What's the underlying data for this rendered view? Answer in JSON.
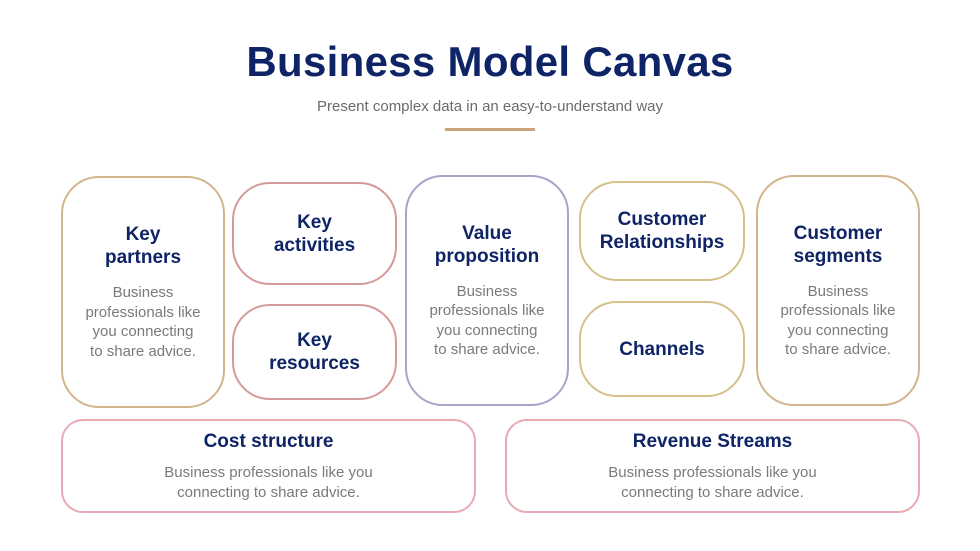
{
  "header": {
    "title": "Business Model Canvas",
    "subtitle": "Present complex data in an easy-to-understand way"
  },
  "blocks": {
    "key_partners": {
      "head": "Key\npartners",
      "body": "Business\nprofessionals like\nyou connecting\nto share advice."
    },
    "key_activities": {
      "head": "Key\nactivities"
    },
    "key_resources": {
      "head": "Key\nresources"
    },
    "value_proposition": {
      "head": "Value\nproposition",
      "body": "Business\nprofessionals like\nyou connecting\nto share advice."
    },
    "customer_relationships": {
      "head": "Customer\nRelationships"
    },
    "channels": {
      "head": "Channels"
    },
    "customer_segments": {
      "head": "Customer\nsegments",
      "body": "Business\nprofessionals like\nyou connecting\nto share advice."
    },
    "cost_structure": {
      "head": "Cost structure",
      "body": "Business professionals like you\nconnecting to share advice."
    },
    "revenue_streams": {
      "head": "Revenue Streams",
      "body": "Business professionals like you\nconnecting to share advice."
    }
  },
  "colors": {
    "title": "#0f2466",
    "accent_line": "#c9a37c",
    "border_gold": "#d3b48c",
    "border_rose": "#d49a9a",
    "border_lavender": "#a9a3c9",
    "border_olive": "#d5c08a",
    "border_pink": "#e8aab3"
  }
}
